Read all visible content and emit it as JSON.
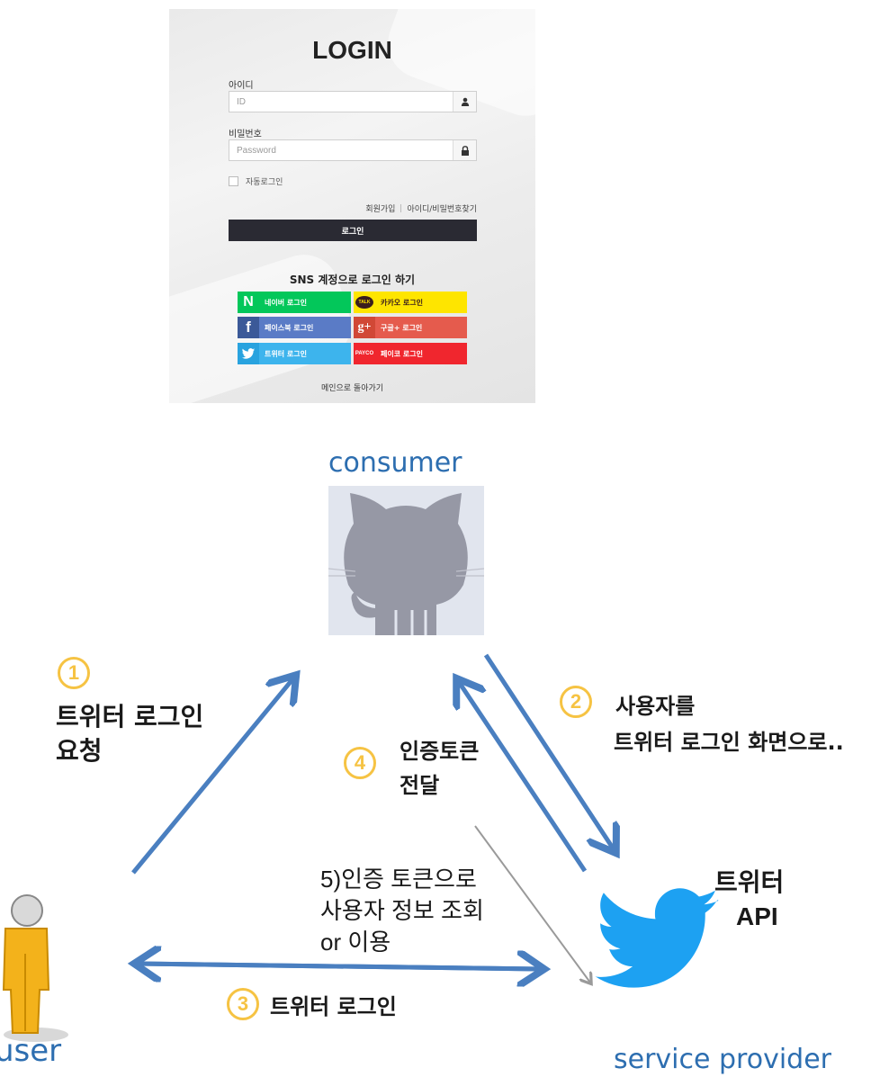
{
  "login": {
    "title": "LOGIN",
    "id_label": "아이디",
    "id_placeholder": "ID",
    "pw_label": "비밀번호",
    "pw_placeholder": "Password",
    "auto_login": "자동로그인",
    "signup_link": "회원가입",
    "find_link": "아이디/비밀번호찾기",
    "login_button": "로그인",
    "sns_title": "SNS 계정으로 로그인 하기",
    "sns": [
      {
        "label": "네이버 로그인",
        "color": "#03c75a",
        "logo": "N",
        "icon": "naver-icon"
      },
      {
        "label": "카카오 로그인",
        "color": "#fee500",
        "logo": "TALK",
        "icon": "kakao-icon"
      },
      {
        "label": "페이스북 로그인",
        "color": "#5a7bc6",
        "logo": "f",
        "icon": "facebook-icon"
      },
      {
        "label": "구글+ 로그인",
        "color": "#e55b4d",
        "logo": "g+",
        "icon": "google-plus-icon"
      },
      {
        "label": "트위터 로그인",
        "color": "#3db4ed",
        "logo": "twitter",
        "icon": "twitter-icon"
      },
      {
        "label": "페이코 로그인",
        "color": "#f0262e",
        "logo": "PAYCO",
        "icon": "payco-icon"
      }
    ],
    "back_link": "메인으로 돌아가기"
  },
  "diagram": {
    "consumer": "consumer",
    "provider": "service provider",
    "user": "user",
    "provider_name_line1": "트위터",
    "provider_name_line2": "API",
    "step1_num": "1",
    "step1_line1": "트위터 로그인",
    "step1_line2": "요청",
    "step2_num": "2",
    "step2_line1": "사용자를",
    "step2_line2": "트위터 로그인 화면으로..",
    "step3_num": "3",
    "step3_text": "트위터 로그인",
    "step4_num": "4",
    "step4_line1": "인증토큰",
    "step4_line2": "전달",
    "step5_line1": "5)인증 토큰으로",
    "step5_line2": "사용자 정보 조회",
    "step5_line3": "or 이용"
  },
  "colors": {
    "arrow_blue": "#4a7fc0",
    "arrow_gray": "#9a9a9a",
    "step_yellow": "#f6c343",
    "label_blue": "#2d6eb0",
    "twitter_blue": "#1da1f2"
  }
}
